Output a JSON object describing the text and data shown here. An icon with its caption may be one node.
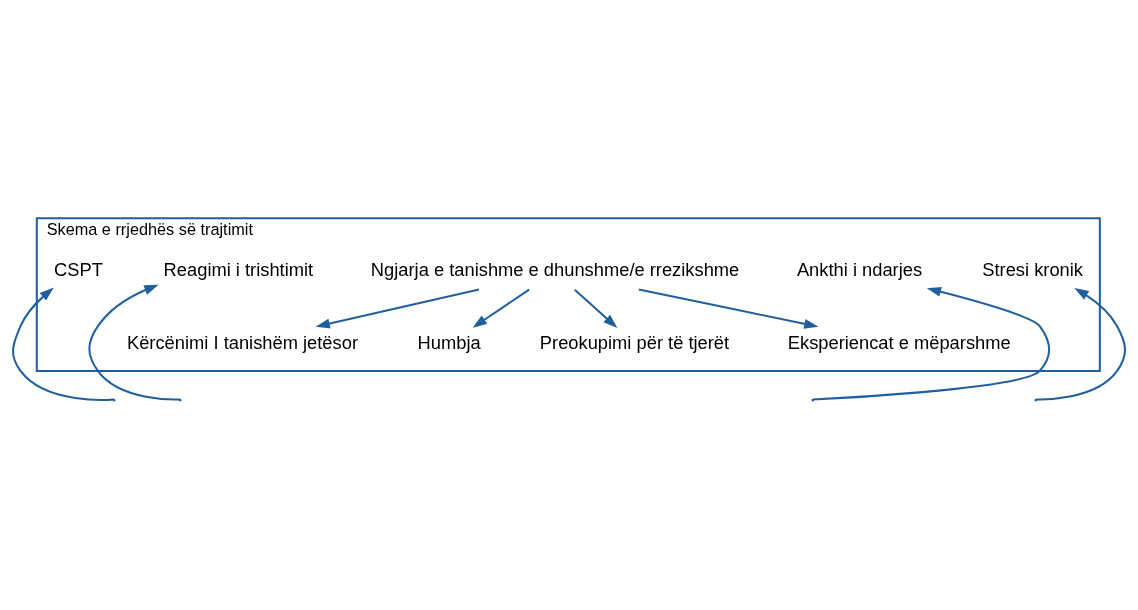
{
  "diagram": {
    "nodes": [
      {
        "text": [
          "Skema e rrjedhës së trajtimit"
        ]
      },
      {
        "text": [
          "Ngjarja e tanishme e dhunshme/e rrezikshme"
        ],
        "in": 0
      },
      {
        "text": [
          "Kërcënimi I tanishëm jetësor"
        ],
        "in": 0
      },
      {
        "text": [
          "Humbja"
        ],
        "in": 0
      },
      {
        "text": [
          "Preokupimi për të tjerët"
        ],
        "in": 0
      },
      {
        "text": [
          "Eksperiencat e mëparshme"
        ],
        "in": 0
      },
      {
        "text": [
          "CSPT"
        ],
        "in": 0
      },
      {
        "text": [
          "Reagimi i trishtimit"
        ],
        "in": 0
      },
      {
        "text": [
          "Ankthi i ndarjes"
        ],
        "in": 0
      },
      {
        "text": [
          "Stresi kronik"
        ],
        "in": 0
      }
    ],
    "edges": [
      {
        "from": 1,
        "to": 2,
        "arrow": "to"
      },
      {
        "from": 1,
        "to": 3,
        "arrow": "to"
      },
      {
        "from": 1,
        "to": 4,
        "arrow": "to"
      },
      {
        "from": 1,
        "to": 5,
        "arrow": "to"
      },
      {
        "from": null,
        "to": 6,
        "arrow": "to"
      },
      {
        "from": null,
        "to": 7,
        "arrow": "to"
      },
      {
        "from": null,
        "to": 8,
        "arrow": "to"
      },
      {
        "from": null,
        "to": 9,
        "arrow": "to"
      }
    ]
  }
}
